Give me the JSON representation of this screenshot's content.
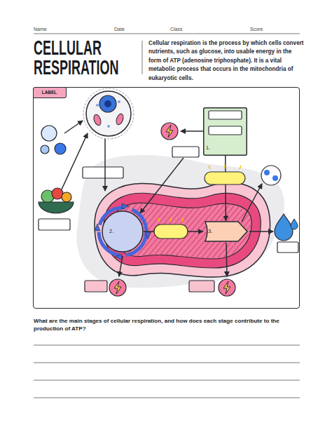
{
  "diagram": {
    "title": "CELLULAR RESPIRATION",
    "nodes": [
      {
        "text": [
          "LABEL"
        ]
      },
      {
        "text": [
          "1."
        ],
        "in": 0
      },
      {
        "text": [
          "2."
        ],
        "in": 0
      },
      {
        "text": [
          "3."
        ],
        "in": 0
      }
    ],
    "edges": [
      {
        "from": 1,
        "to": 3,
        "arrow": "to"
      },
      {
        "from": 2,
        "to": 3,
        "arrow": "to"
      }
    ],
    "labels": [
      "Name",
      "Date",
      "Class",
      "Score",
      "Cellular respiration is the process by which cells convert nutrients, such as glucose, into usable energy in the form of ATP (adenosine triphosphate). It is a vital metabolic process that occurs in the mitochondria of eukaryotic cells.",
      "What are the main stages of cellular respiration, and how does each stage contribute to the production of ATP?"
    ]
  }
}
